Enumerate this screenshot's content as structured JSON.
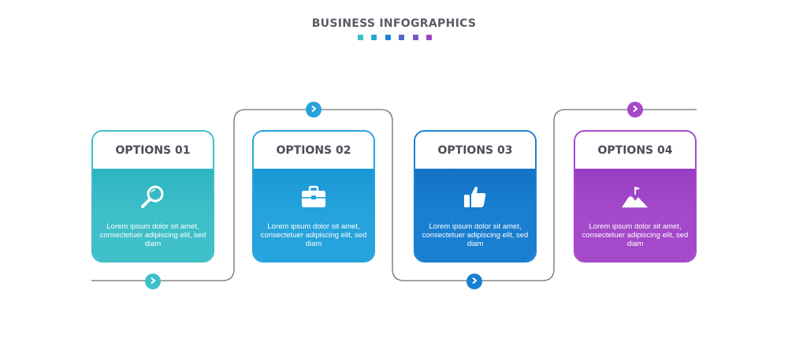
{
  "header": {
    "title": "BUSINESS INFOGRAPHICS",
    "dot_colors": [
      "#3bbdc9",
      "#2aa4dc",
      "#1a84d6",
      "#4f67c8",
      "#7a55c7",
      "#9d45c9"
    ]
  },
  "options": [
    {
      "title": "OPTIONS 01",
      "text": "Lorem ipsum dolor sit amet, consectetuer adipiscing elit, sed diam",
      "icon": "magnifier-icon",
      "color": "#3ebfc9",
      "color_dark": "#2db3bf"
    },
    {
      "title": "OPTIONS 02",
      "text": "Lorem ipsum dolor sit amet, consectetuer adipiscing elit, sed diam",
      "icon": "briefcase-icon",
      "color": "#26a3dc",
      "color_dark": "#1a97d4"
    },
    {
      "title": "OPTIONS 03",
      "text": "Lorem ipsum dolor sit amet, consectetuer adipiscing elit, sed diam",
      "icon": "thumbs-up-icon",
      "color": "#1a7fd1",
      "color_dark": "#1273c6"
    },
    {
      "title": "OPTIONS 04",
      "text": "Lorem ipsum dolor sit amet, consectetuer adipiscing elit, sed diam",
      "icon": "mountain-flag-icon",
      "color": "#a449ca",
      "color_dark": "#983ec2"
    }
  ],
  "arrows": [
    {
      "icon": "chevron-right-icon",
      "color": "#3ebfc9"
    },
    {
      "icon": "chevron-right-icon",
      "color": "#26a3dc"
    },
    {
      "icon": "chevron-right-icon",
      "color": "#1a7fd1"
    },
    {
      "icon": "chevron-right-icon",
      "color": "#a449ca"
    }
  ],
  "line_color": "#6e7078"
}
